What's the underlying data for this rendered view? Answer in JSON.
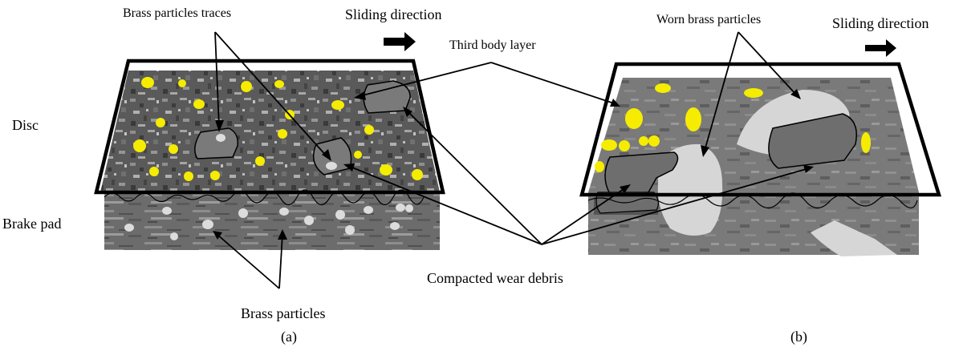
{
  "colors": {
    "background": "#ffffff",
    "texture_dark": "#4f4f4f",
    "texture_light": "#9a9a9a",
    "brass_particle": "#f5ec00",
    "pad_brass_particle": "#dcdcdc",
    "compacted_debris": "#7a7a7a",
    "worn_brass_patch": "#d6d6d6",
    "outline": "#000000"
  },
  "panel_a": {
    "caption": "(a)",
    "labels": {
      "brass_traces": "Brass particles traces",
      "sliding_direction": "Sliding direction",
      "disc": "Disc",
      "brake_pad": "Brake pad",
      "brass_particles": "Brass particles"
    }
  },
  "panel_b": {
    "caption": "(b)",
    "labels": {
      "worn_brass": "Worn brass particles",
      "sliding_direction": "Sliding direction"
    }
  },
  "shared_labels": {
    "third_body": "Third body layer",
    "compacted_debris": "Compacted wear debris"
  },
  "icons": {
    "arrow": "right-arrow-icon"
  }
}
